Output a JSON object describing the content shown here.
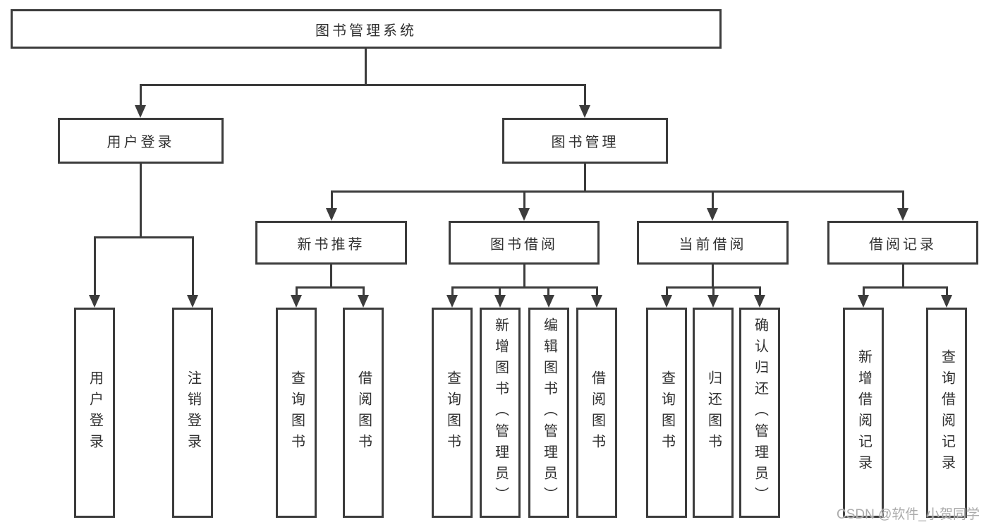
{
  "tree": {
    "root": {
      "label": "图书管理系统",
      "children": [
        {
          "label": "用户登录",
          "children": [
            {
              "label": "用户登录"
            },
            {
              "label": "注销登录"
            }
          ]
        },
        {
          "label": "图书管理",
          "children": [
            {
              "label": "新书推荐",
              "children": [
                {
                  "label": "查询图书"
                },
                {
                  "label": "借阅图书"
                }
              ]
            },
            {
              "label": "图书借阅",
              "children": [
                {
                  "label": "查询图书"
                },
                {
                  "label": "新增图书（管理员）"
                },
                {
                  "label": "编辑图书（管理员）"
                },
                {
                  "label": "借阅图书"
                }
              ]
            },
            {
              "label": "当前借阅",
              "children": [
                {
                  "label": "查询图书"
                },
                {
                  "label": "归还图书"
                },
                {
                  "label": "确认归还（管理员）"
                }
              ]
            },
            {
              "label": "借阅记录",
              "children": [
                {
                  "label": "新增借阅记录"
                },
                {
                  "label": "查询借阅记录"
                }
              ]
            }
          ]
        }
      ]
    }
  },
  "watermark": {
    "text": "CSDN @软件_小贺同学"
  },
  "colors": {
    "line": "#3c3c3c",
    "text": "#303030",
    "watermark": "#ababab",
    "background": "#ffffff"
  }
}
